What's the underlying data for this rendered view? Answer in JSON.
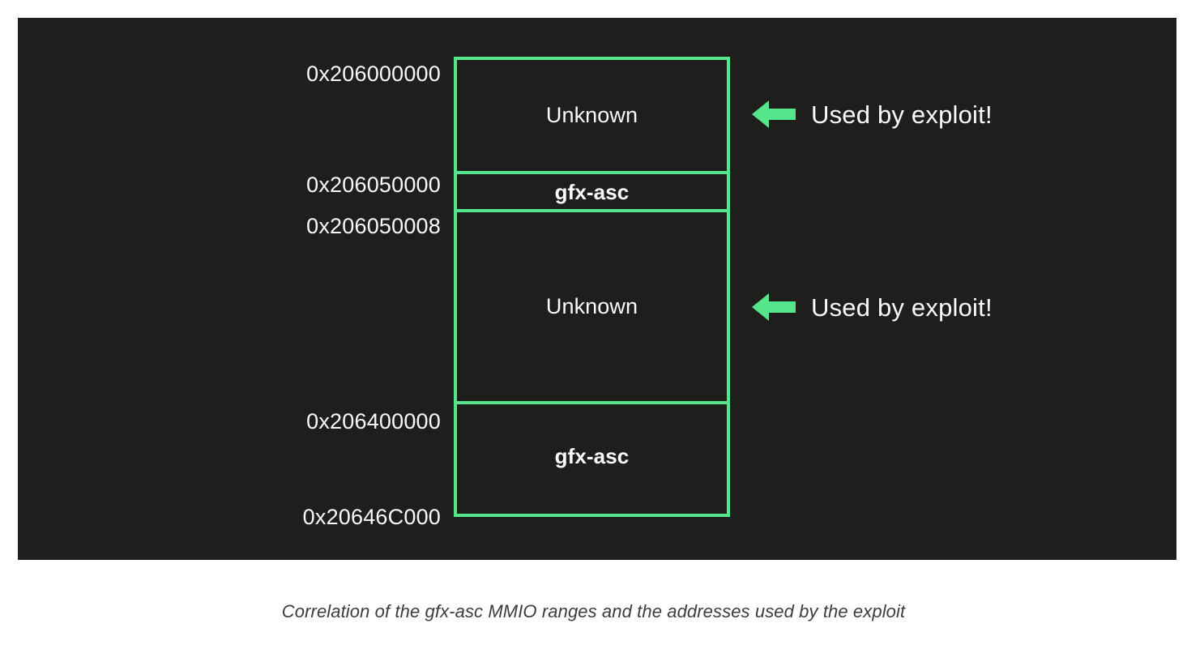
{
  "colors": {
    "page_background": "#ffffff",
    "panel_background": "#1e1e1d",
    "accent_green": "#55e68c",
    "text_light": "#fafafa",
    "caption_text": "#3c3c3c"
  },
  "diagram": {
    "type": "memory-map",
    "address_labels": [
      {
        "value": "0x206000000",
        "boundary": "top-of-region-0"
      },
      {
        "value": "0x206050000",
        "boundary": "region-0/region-1"
      },
      {
        "value": "0x206050008",
        "boundary": "region-1/region-2"
      },
      {
        "value": "0x206400000",
        "boundary": "region-2/region-3"
      },
      {
        "value": "0x20646C000",
        "boundary": "bottom-of-region-3"
      }
    ],
    "regions": [
      {
        "label": "Unknown",
        "bold": false,
        "start": "0x206000000",
        "end": "0x206050000"
      },
      {
        "label": "gfx-asc",
        "bold": true,
        "start": "0x206050000",
        "end": "0x206050008"
      },
      {
        "label": "Unknown",
        "bold": false,
        "start": "0x206050008",
        "end": "0x206400000"
      },
      {
        "label": "gfx-asc",
        "bold": true,
        "start": "0x206400000",
        "end": "0x20646C000"
      }
    ],
    "annotations": [
      {
        "icon": "arrow-left-icon",
        "text": "Used by exploit!",
        "points_to_region": 0
      },
      {
        "icon": "arrow-left-icon",
        "text": "Used by exploit!",
        "points_to_region": 2
      }
    ]
  },
  "caption": {
    "text": "Correlation of the gfx-asc MMIO ranges and the addresses used by the exploit"
  }
}
